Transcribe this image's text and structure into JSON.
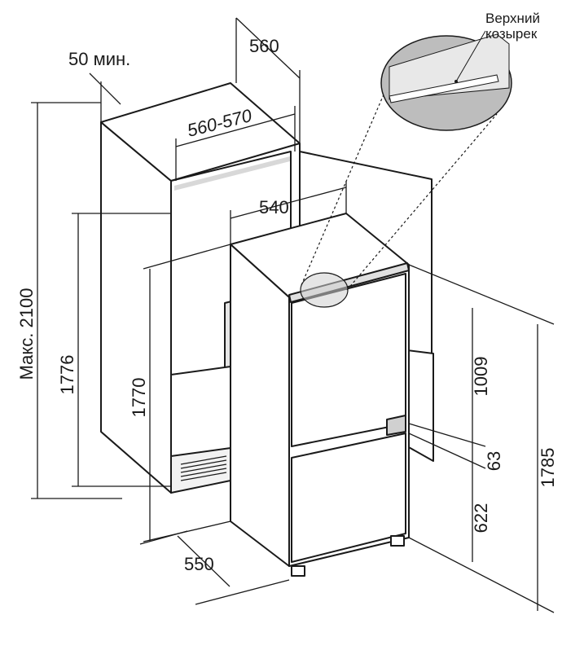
{
  "callout": {
    "line1": "Верхний",
    "line2": "козырек"
  },
  "dimensions": {
    "niche_min_gap": "50 мин.",
    "niche_depth": "560",
    "niche_width": "560-570",
    "fridge_width": "540",
    "niche_max_height": "Макс. 2100",
    "niche_height": "1776",
    "fridge_inner_height": "1770",
    "niche_side_depth": "550",
    "upper_door_height": "1009",
    "door_gap": "63",
    "lower_door_height": "622",
    "fridge_height": "1785"
  }
}
